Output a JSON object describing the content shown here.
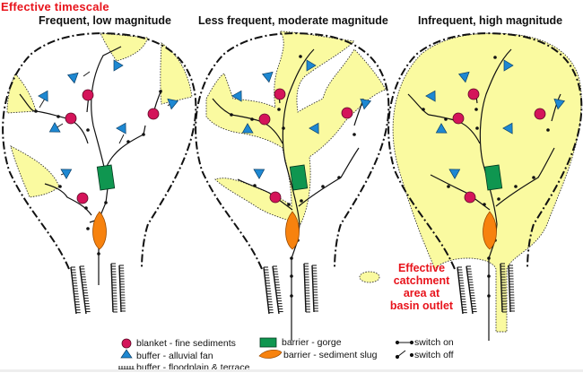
{
  "header": {
    "title": "Effective timescale"
  },
  "colors": {
    "title_red": "#e8141c",
    "catchment_yellow": "#fafaa0",
    "blanket_magenta": "#d4145a",
    "fan_blue": "#1e88d2",
    "gorge_green": "#0f9650",
    "slug_orange": "#f7820e",
    "line_black": "#111111"
  },
  "panels": [
    {
      "id": "frequent",
      "title": "Frequent, low magnitude",
      "catchment_extent": "small isolated patches near upper basin margins and sub-catchments"
    },
    {
      "id": "less-frequent",
      "title": "Less frequent, moderate magnitude",
      "catchment_extent": "connected tributary corridors and main-stem valley"
    },
    {
      "id": "infrequent",
      "title": "Infrequent, high magnitude",
      "catchment_extent": "entire basin connected to outlet"
    }
  ],
  "annotation": {
    "lines": [
      "Effective",
      "catchment",
      "area at",
      "basin outlet"
    ]
  },
  "legend": {
    "items": [
      {
        "icon": "magenta-circle-icon",
        "label": "blanket - fine sediments"
      },
      {
        "icon": "blue-triangle-icon",
        "label": "buffer - alluvial fan"
      },
      {
        "icon": "comb-icon",
        "label": "buffer - floodplain & terrace"
      },
      {
        "icon": "green-rectangle-icon",
        "label": "barrier - gorge"
      },
      {
        "icon": "orange-leaf-icon",
        "label": "barrier - sediment slug"
      },
      {
        "icon": "switch-on-icon",
        "label": "switch on"
      },
      {
        "icon": "switch-off-icon",
        "label": "switch off"
      }
    ]
  }
}
